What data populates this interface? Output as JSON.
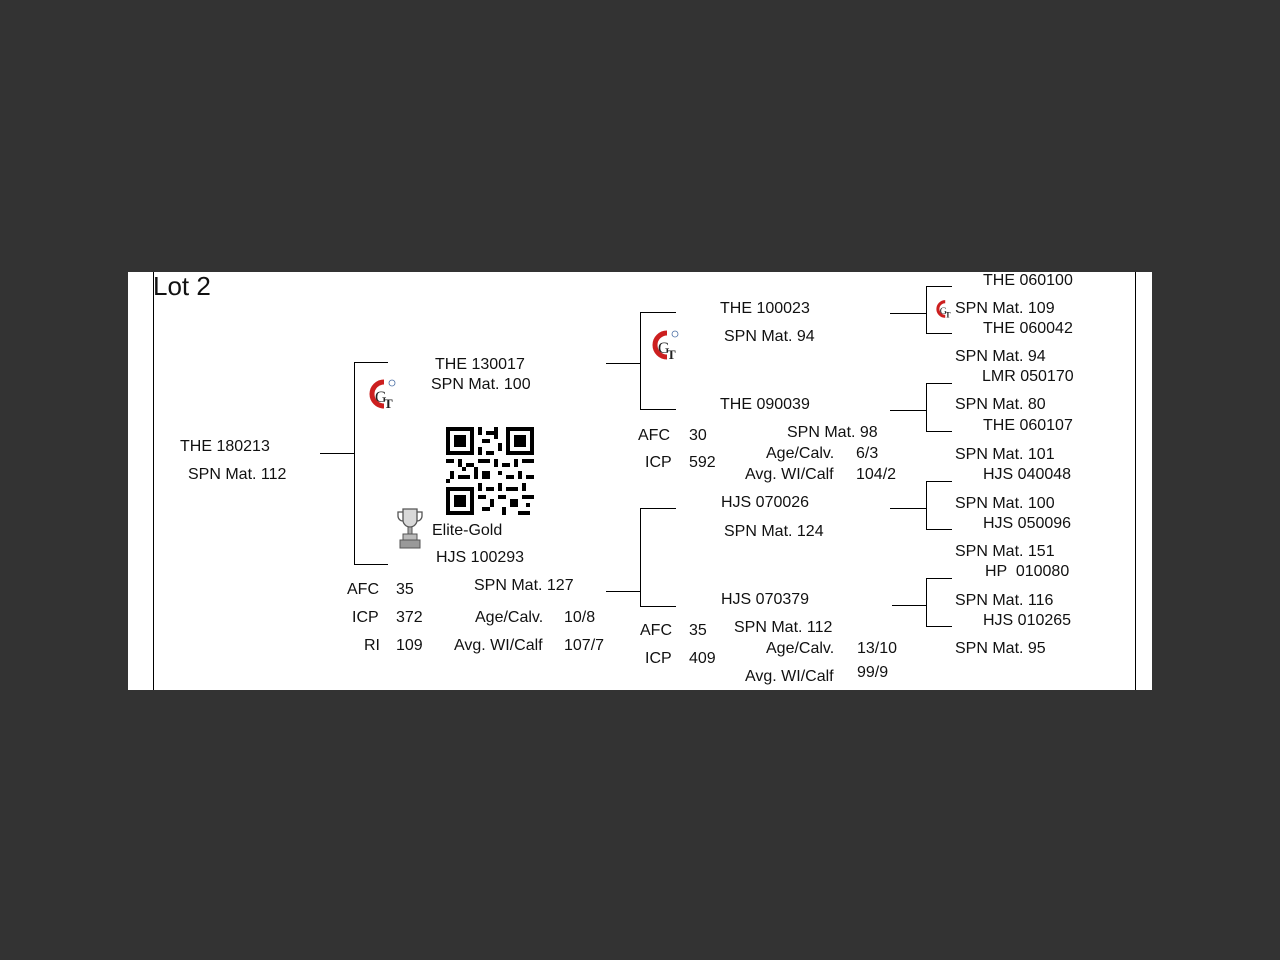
{
  "lot_title": "Lot 2",
  "subject": {
    "id": "THE 180213",
    "spn": "SPN Mat. 112"
  },
  "sire": {
    "id": "THE 130017",
    "spn": "SPN Mat. 100"
  },
  "dam": {
    "badge": "Elite-Gold",
    "id": "HJS 100293",
    "spn": "SPN Mat. 127",
    "afc_label": "AFC",
    "afc": "35",
    "icp_label": "ICP",
    "icp": "372",
    "ri_label": "RI",
    "ri": "109",
    "age_label": "Age/Calv.",
    "age": "10/8",
    "wi_label": "Avg. WI/Calf",
    "wi": "107/7"
  },
  "sire_sire": {
    "id": "THE 100023",
    "spn": "SPN Mat. 94"
  },
  "sire_dam": {
    "id": "THE 090039",
    "spn": "SPN Mat. 98",
    "afc_label": "AFC",
    "afc": "30",
    "icp_label": "ICP",
    "icp": "592",
    "age_label": "Age/Calv.",
    "age": "6/3",
    "wi_label": "Avg. WI/Calf",
    "wi": "104/2"
  },
  "dam_sire": {
    "id": "HJS 070026",
    "spn": "SPN Mat. 124"
  },
  "dam_dam": {
    "id": "HJS 070379",
    "spn": "SPN Mat. 112",
    "afc_label": "AFC",
    "afc": "35",
    "icp_label": "ICP",
    "icp": "409",
    "age_label": "Age/Calv.",
    "age": "13/10",
    "wi_label": "Avg. WI/Calf",
    "wi": "99/9"
  },
  "gen3": [
    {
      "id": "THE 060100",
      "spn": "SPN Mat. 109"
    },
    {
      "id": "THE 060042",
      "spn": "SPN Mat. 94"
    },
    {
      "id": "LMR 050170",
      "spn": "SPN Mat. 80"
    },
    {
      "id": "THE 060107",
      "spn": "SPN Mat. 101"
    },
    {
      "id": "HJS 040048",
      "spn": "SPN Mat. 100"
    },
    {
      "id": "HJS 050096",
      "spn": "SPN Mat. 151"
    },
    {
      "id": "HP  010080",
      "spn": "SPN Mat. 116"
    },
    {
      "id": "HJS 010265",
      "spn": "SPN Mat. 95"
    }
  ],
  "logo_icon": "gt-breeder-logo",
  "qr_icon": "qr-code",
  "trophy_icon": "trophy-icon",
  "colors": {
    "logo_red": "#cc1f1f",
    "background": "#333333",
    "paper": "#ffffff"
  }
}
